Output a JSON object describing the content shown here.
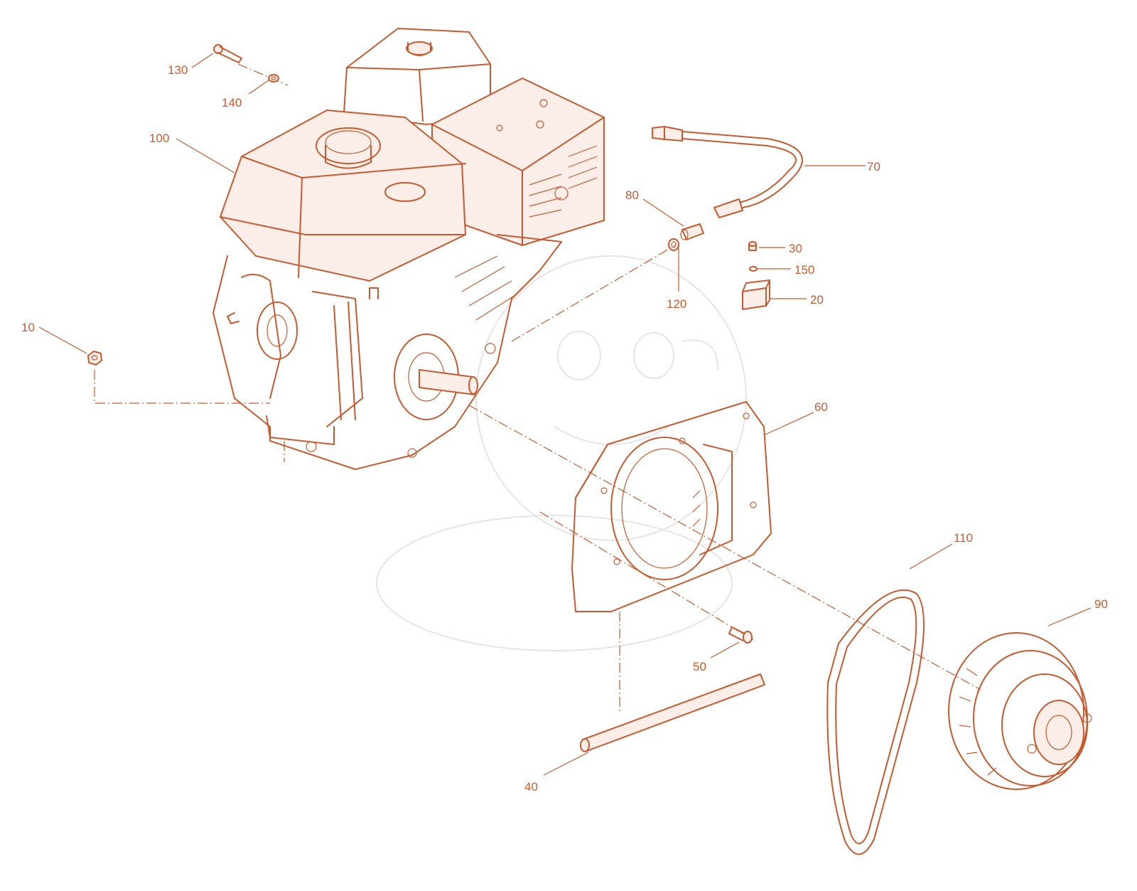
{
  "diagram": {
    "accent_color": "#c65a2e",
    "callouts": [
      {
        "id": "c10",
        "text": "10"
      },
      {
        "id": "c20",
        "text": "20"
      },
      {
        "id": "c30",
        "text": "30"
      },
      {
        "id": "c40",
        "text": "40"
      },
      {
        "id": "c50",
        "text": "50"
      },
      {
        "id": "c60",
        "text": "60"
      },
      {
        "id": "c70",
        "text": "70"
      },
      {
        "id": "c80",
        "text": "80"
      },
      {
        "id": "c90",
        "text": "90"
      },
      {
        "id": "c100",
        "text": "100"
      },
      {
        "id": "c110",
        "text": "110"
      },
      {
        "id": "c120",
        "text": "120"
      },
      {
        "id": "c130",
        "text": "130"
      },
      {
        "id": "c140",
        "text": "140"
      },
      {
        "id": "c150",
        "text": "150"
      }
    ]
  }
}
